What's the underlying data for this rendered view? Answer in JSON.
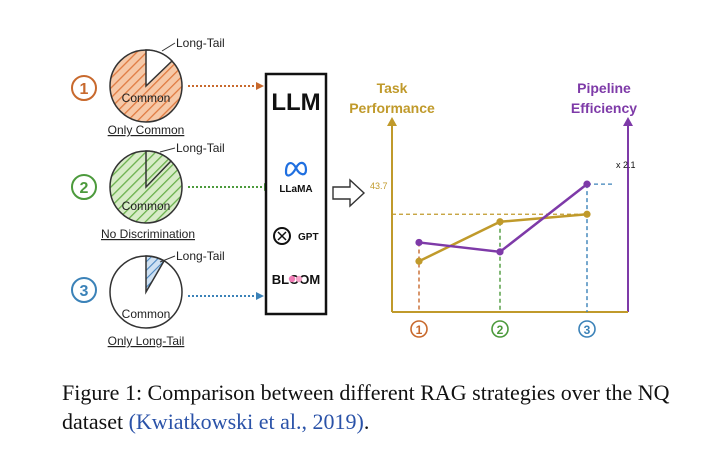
{
  "figure": {
    "strategies": [
      {
        "num": "1",
        "label": "Only Common",
        "pie_common": "Common",
        "pie_tail": "Long-Tail",
        "color": "#c8692d"
      },
      {
        "num": "2",
        "label": "No Discrimination",
        "pie_common": "Common",
        "pie_tail": "Long-Tail",
        "color": "#4c9a3c"
      },
      {
        "num": "3",
        "label": "Only Long-Tail",
        "pie_common": "Common",
        "pie_tail": "Long-Tail",
        "color": "#3b82b8"
      }
    ],
    "llm_box": {
      "title": "LLM",
      "models": [
        "LLaMA",
        "GPT",
        "BLOOM"
      ]
    },
    "colors": {
      "task": "#c09a2b",
      "pipeline": "#7e3aa8",
      "strategy1": "#c8692d",
      "strategy2": "#4c9a3c",
      "strategy3": "#3b82b8"
    },
    "chart": {
      "left_axis_title_line1": "Task",
      "left_axis_title_line2": "Performance",
      "right_axis_title_line1": "Pipeline",
      "right_axis_title_line2": "Efficiency",
      "ref_label": "43.7",
      "ratio_label": "x 2.1",
      "x_labels": [
        "1",
        "2",
        "3"
      ]
    }
  },
  "chart_data": {
    "type": "line",
    "x": [
      "1",
      "2",
      "3"
    ],
    "series": [
      {
        "name": "Task Performance",
        "values": [
          0.27,
          0.48,
          0.52
        ]
      },
      {
        "name": "Pipeline Efficiency",
        "values": [
          0.37,
          0.32,
          0.68
        ]
      }
    ],
    "annotations": [
      "43.7",
      "x 2.1"
    ]
  },
  "caption": {
    "text": "Figure 1: Comparison between different RAG strategies over the NQ dataset ",
    "citation": "(Kwiatkowski et al., 2019)",
    "end": "."
  }
}
